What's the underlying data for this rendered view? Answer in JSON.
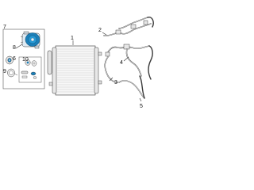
{
  "callouts": {
    "c1": "1",
    "c2": "2",
    "c3": "3",
    "c4": "4",
    "c5": "5",
    "c6": "6",
    "c7": "7",
    "c8": "8",
    "c9": "9",
    "c10": "10"
  },
  "colors": {
    "background": "#ffffff",
    "linework": "#333333",
    "compressor_accent": "#1c7fb8"
  }
}
